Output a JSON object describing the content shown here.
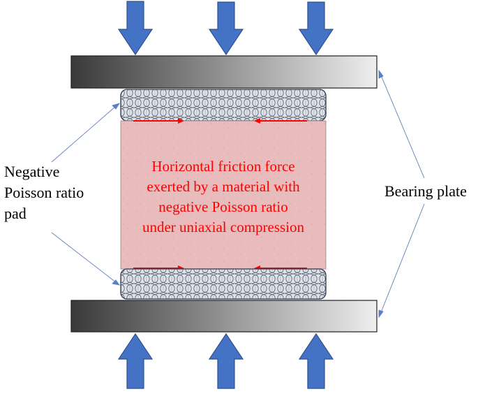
{
  "labels": {
    "npr_pad_lines": [
      "Negative",
      "Poisson ratio",
      "pad"
    ],
    "bearing_plate": "Bearing plate"
  },
  "specimen": {
    "text_lines": [
      "Horizontal friction force",
      "exerted by a material with",
      "negative Poisson ratio",
      "under uniaxial compression"
    ]
  },
  "colors": {
    "load_arrow": "#4472c4",
    "load_arrow_stroke": "#2f528f",
    "specimen_fill": "#e8bcbc",
    "specimen_text": "#ff0000",
    "friction_arrow": "#ff0000",
    "leader_line": "#5b7fc0",
    "plate_dark": "#404040",
    "plate_light": "#e8e8e8",
    "pad_fill": "#d9dde2",
    "pad_stroke": "#2f3b52"
  },
  "icons": {
    "load_arrow": "down-arrow-icon",
    "friction_arrow": "right-arrow-icon"
  }
}
